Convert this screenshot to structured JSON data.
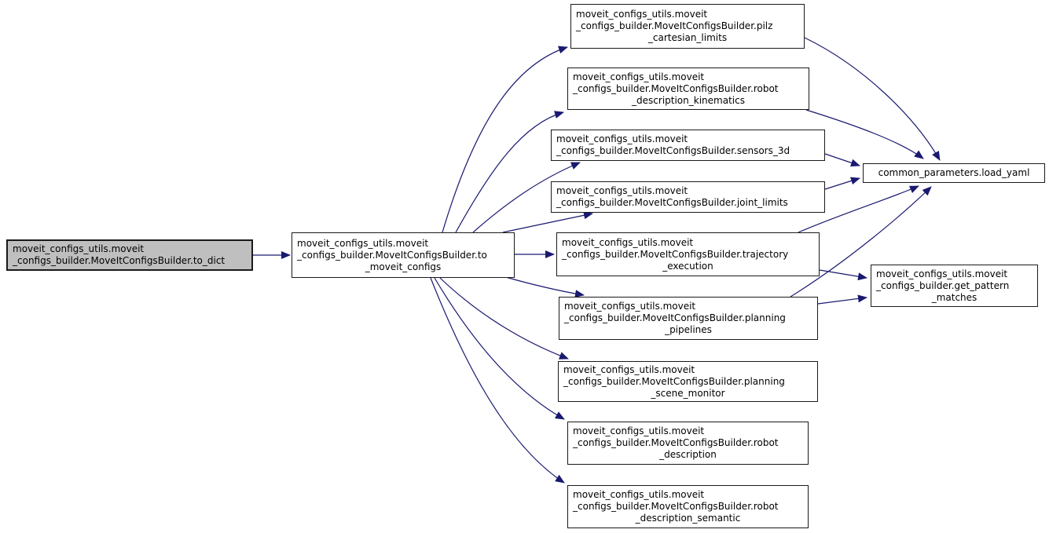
{
  "diagram_type": "doxygen-call-graph",
  "colors": {
    "edge": "#191970",
    "node_fill": "#ffffff",
    "node_border": "#1a1a1a",
    "highlight_fill": "#bfbfbf",
    "background": "#ffffff",
    "text": "#000000"
  },
  "nodes": {
    "to_dict": {
      "label": "moveit_configs_utils.moveit_configs_builder.MoveItConfigsBuilder.to_dict",
      "highlighted": true,
      "lines": [
        "moveit_configs_utils.moveit",
        "_configs_builder.MoveItConfigsBuilder.to_dict"
      ]
    },
    "to_moveit_configs": {
      "label": "moveit_configs_utils.moveit_configs_builder.MoveItConfigsBuilder.to_moveit_configs",
      "lines": [
        "moveit_configs_utils.moveit",
        "_configs_builder.MoveItConfigsBuilder.to",
        "_moveit_configs"
      ]
    },
    "pilz_cartesian_limits": {
      "label": "moveit_configs_utils.moveit_configs_builder.MoveItConfigsBuilder.pilz_cartesian_limits",
      "lines": [
        "moveit_configs_utils.moveit",
        "_configs_builder.MoveItConfigsBuilder.pilz",
        "_cartesian_limits"
      ]
    },
    "robot_description_kinematics": {
      "label": "moveit_configs_utils.moveit_configs_builder.MoveItConfigsBuilder.robot_description_kinematics",
      "lines": [
        "moveit_configs_utils.moveit",
        "_configs_builder.MoveItConfigsBuilder.robot",
        "_description_kinematics"
      ]
    },
    "sensors_3d": {
      "label": "moveit_configs_utils.moveit_configs_builder.MoveItConfigsBuilder.sensors_3d",
      "lines": [
        "moveit_configs_utils.moveit",
        "_configs_builder.MoveItConfigsBuilder.sensors_3d"
      ]
    },
    "joint_limits": {
      "label": "moveit_configs_utils.moveit_configs_builder.MoveItConfigsBuilder.joint_limits",
      "lines": [
        "moveit_configs_utils.moveit",
        "_configs_builder.MoveItConfigsBuilder.joint_limits"
      ]
    },
    "trajectory_execution": {
      "label": "moveit_configs_utils.moveit_configs_builder.MoveItConfigsBuilder.trajectory_execution",
      "lines": [
        "moveit_configs_utils.moveit",
        "_configs_builder.MoveItConfigsBuilder.trajectory",
        "_execution"
      ]
    },
    "planning_pipelines": {
      "label": "moveit_configs_utils.moveit_configs_builder.MoveItConfigsBuilder.planning_pipelines",
      "lines": [
        "moveit_configs_utils.moveit",
        "_configs_builder.MoveItConfigsBuilder.planning",
        "_pipelines"
      ]
    },
    "planning_scene_monitor": {
      "label": "moveit_configs_utils.moveit_configs_builder.MoveItConfigsBuilder.planning_scene_monitor",
      "lines": [
        "moveit_configs_utils.moveit",
        "_configs_builder.MoveItConfigsBuilder.planning",
        "_scene_monitor"
      ]
    },
    "robot_description": {
      "label": "moveit_configs_utils.moveit_configs_builder.MoveItConfigsBuilder.robot_description",
      "lines": [
        "moveit_configs_utils.moveit",
        "_configs_builder.MoveItConfigsBuilder.robot",
        "_description"
      ]
    },
    "robot_description_semantic": {
      "label": "moveit_configs_utils.moveit_configs_builder.MoveItConfigsBuilder.robot_description_semantic",
      "lines": [
        "moveit_configs_utils.moveit",
        "_configs_builder.MoveItConfigsBuilder.robot",
        "_description_semantic"
      ]
    },
    "load_yaml": {
      "label": "common_parameters.load_yaml",
      "lines": [
        "common_parameters.load_yaml"
      ]
    },
    "get_pattern_matches": {
      "label": "moveit_configs_utils.moveit_configs_builder.get_pattern_matches",
      "lines": [
        "moveit_configs_utils.moveit",
        "_configs_builder.get_pattern",
        "_matches"
      ]
    }
  },
  "edges": [
    {
      "from": "to_dict",
      "to": "to_moveit_configs"
    },
    {
      "from": "to_moveit_configs",
      "to": "pilz_cartesian_limits"
    },
    {
      "from": "to_moveit_configs",
      "to": "robot_description_kinematics"
    },
    {
      "from": "to_moveit_configs",
      "to": "sensors_3d"
    },
    {
      "from": "to_moveit_configs",
      "to": "joint_limits"
    },
    {
      "from": "to_moveit_configs",
      "to": "trajectory_execution"
    },
    {
      "from": "to_moveit_configs",
      "to": "planning_pipelines"
    },
    {
      "from": "to_moveit_configs",
      "to": "planning_scene_monitor"
    },
    {
      "from": "to_moveit_configs",
      "to": "robot_description"
    },
    {
      "from": "to_moveit_configs",
      "to": "robot_description_semantic"
    },
    {
      "from": "pilz_cartesian_limits",
      "to": "load_yaml"
    },
    {
      "from": "robot_description_kinematics",
      "to": "load_yaml"
    },
    {
      "from": "sensors_3d",
      "to": "load_yaml"
    },
    {
      "from": "joint_limits",
      "to": "load_yaml"
    },
    {
      "from": "trajectory_execution",
      "to": "load_yaml"
    },
    {
      "from": "planning_pipelines",
      "to": "load_yaml"
    },
    {
      "from": "trajectory_execution",
      "to": "get_pattern_matches"
    },
    {
      "from": "planning_pipelines",
      "to": "get_pattern_matches"
    }
  ]
}
